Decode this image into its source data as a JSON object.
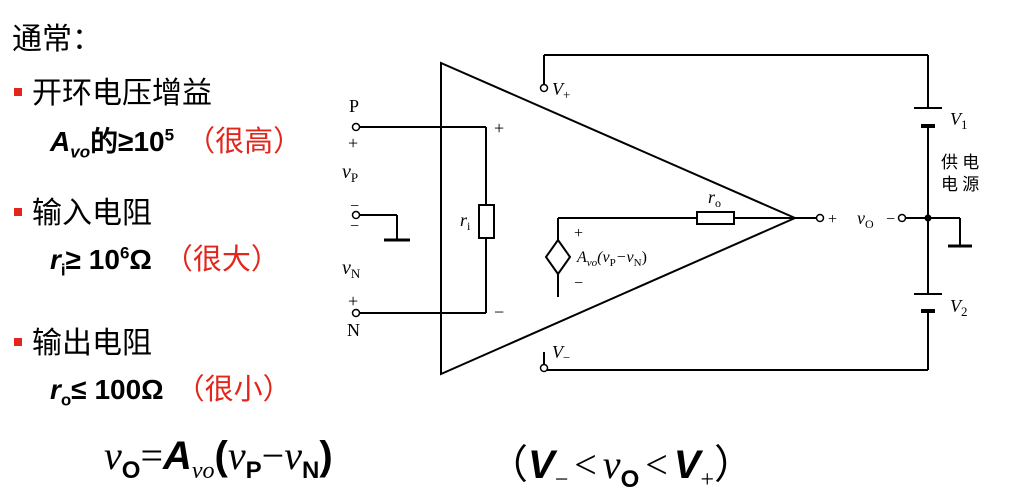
{
  "left": {
    "heading": "通常：",
    "items": [
      {
        "label": "开环电压增益",
        "spec_symbol": "A",
        "spec_sub": "vo",
        "spec_text": "的≥10",
        "spec_sup": "5",
        "note": "（很高）"
      },
      {
        "label": "输入电阻",
        "spec_symbol": "r",
        "spec_sub": "i",
        "spec_text": "≥ 10",
        "spec_sup": "6",
        "spec_unit": "Ω",
        "note": "（很大）"
      },
      {
        "label": "输出电阻",
        "spec_symbol": "r",
        "spec_sub": "o",
        "spec_text": "≤ 100Ω",
        "note": "（很小）"
      }
    ]
  },
  "formula": {
    "lhs_var": "v",
    "lhs_sub": "O",
    "equals": "=",
    "gain": "A",
    "gain_sub": "vo",
    "open_paren": "(",
    "vp": "v",
    "vp_sub": "P",
    "minus": "−",
    "vn": "v",
    "vn_sub": "N",
    "close_paren": ")",
    "range_open": "（",
    "range_low": "V",
    "range_low_sub": "−",
    "lt1": "<",
    "range_mid": "v",
    "range_mid_sub": "O",
    "lt2": "<",
    "range_high": "V",
    "range_high_sub": "+",
    "range_close": "）"
  },
  "circuit": {
    "terminal_p": "P",
    "terminal_n": "N",
    "plus": "+",
    "minus": "−",
    "vp_var": "v",
    "vp_sub": "P",
    "vn_var": "v",
    "vn_sub": "N",
    "ri_var": "r",
    "ri_sub": "i",
    "ro_var": "r",
    "ro_sub": "o",
    "source_label_a": "A",
    "source_label_sub": "vo",
    "source_label_expr": "(v",
    "source_label_p": "P",
    "source_label_dash": "−v",
    "source_label_n": "N",
    "source_label_close": ")",
    "vplus_var": "V",
    "vplus_sub": "+",
    "vminus_var": "V",
    "vminus_sub": "−",
    "vout_var": "v",
    "vout_sub": "O",
    "v1_var": "V",
    "v1_sub": "1",
    "v2_var": "V",
    "v2_sub": "2",
    "supply_line1": "供 电",
    "supply_line2": "电 源"
  }
}
